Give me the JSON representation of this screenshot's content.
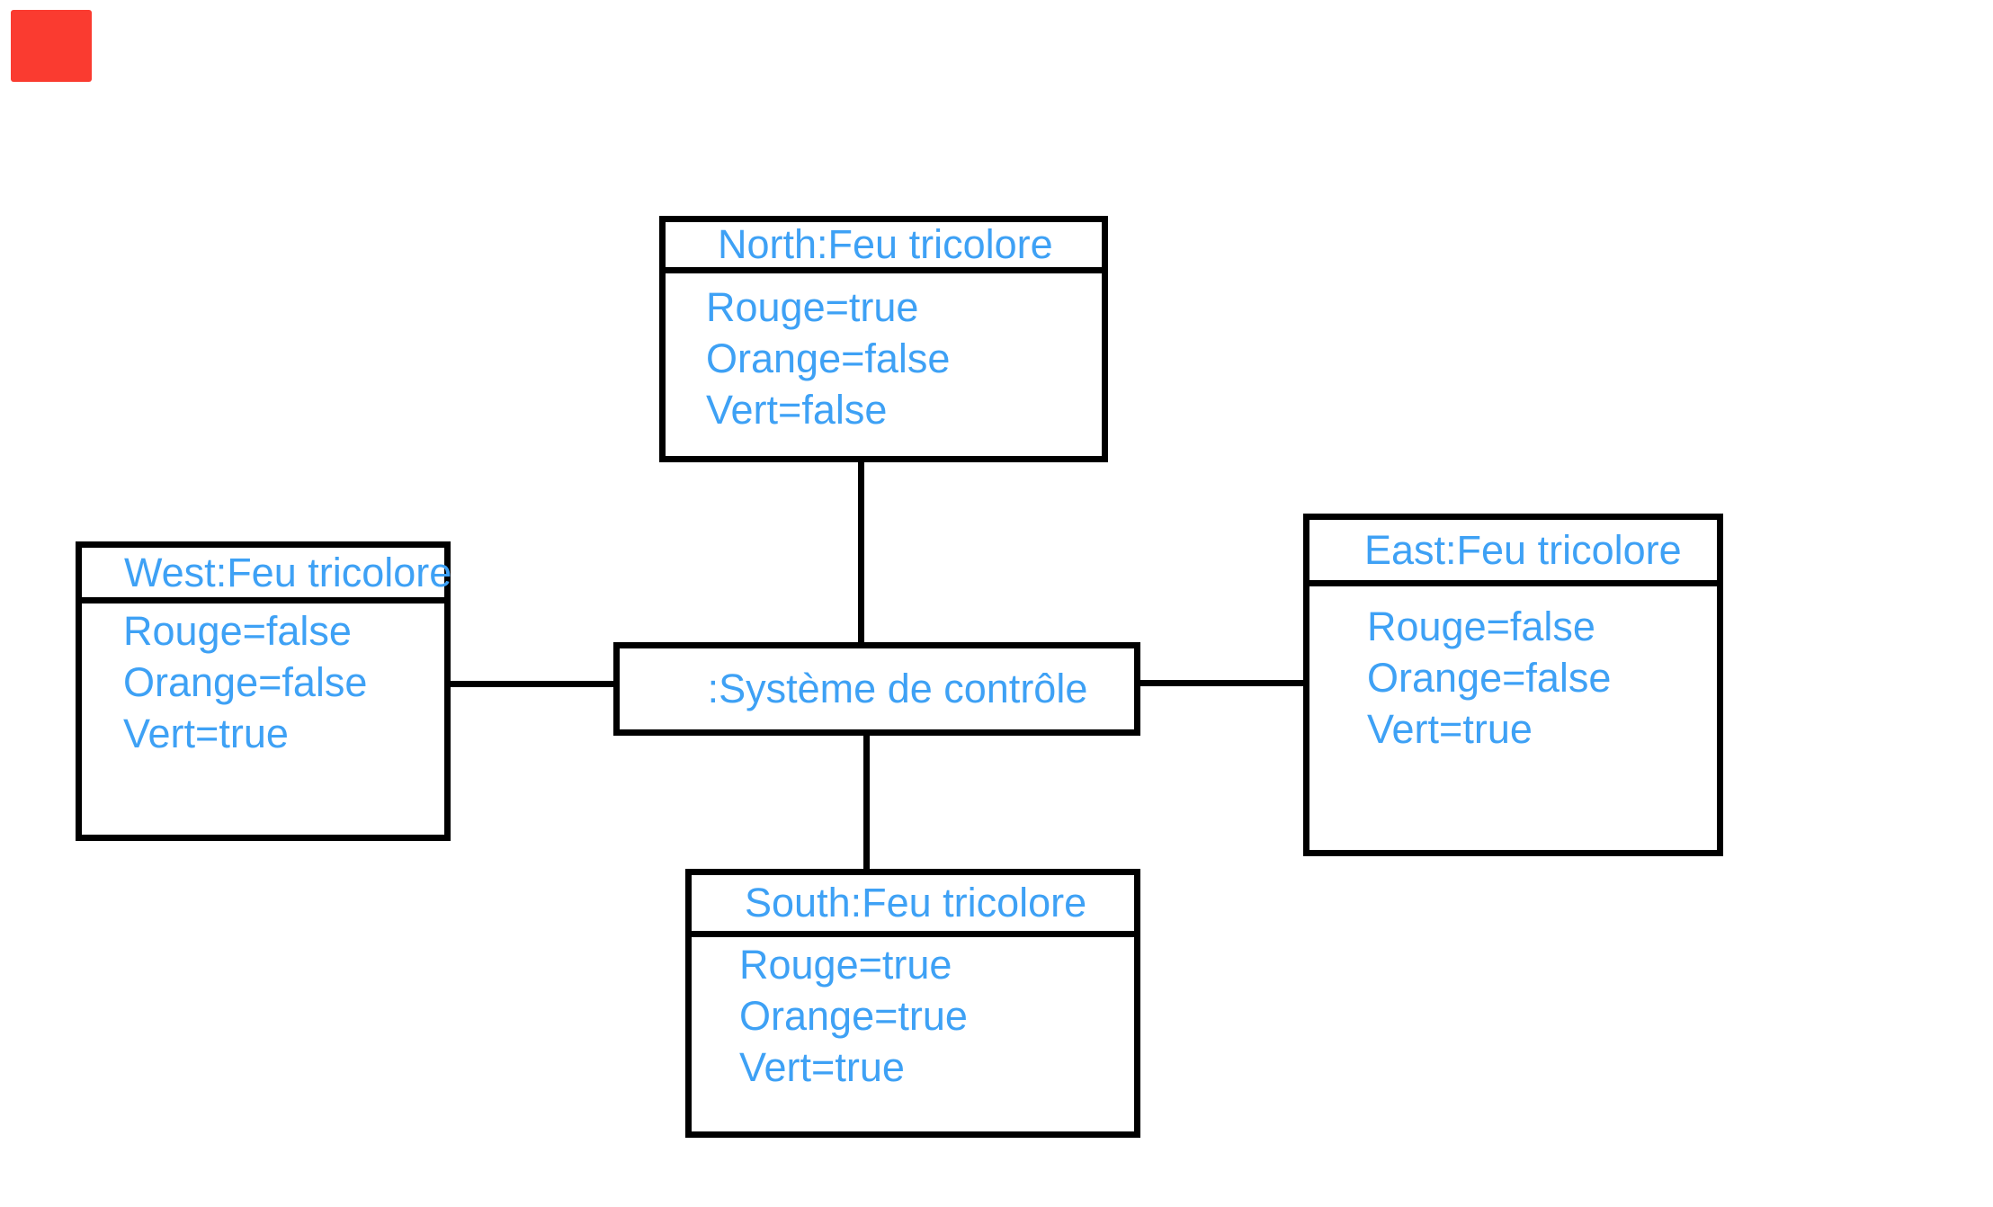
{
  "colors": {
    "background": "#ffffff",
    "text_blue": "#3EA1F5",
    "line_black": "#000000",
    "record_red": "#FA3B30"
  },
  "record_indicator": {
    "visible": true
  },
  "diagram": {
    "center_node": {
      "label": ":Système de contrôle"
    },
    "nodes": [
      {
        "id": "north",
        "title": "North:Feu tricolore",
        "attributes": [
          "Rouge=true",
          "Orange=false",
          "Vert=false"
        ]
      },
      {
        "id": "west",
        "title": "West:Feu tricolore",
        "attributes": [
          "Rouge=false",
          "Orange=false",
          "Vert=true"
        ]
      },
      {
        "id": "east",
        "title": "East:Feu tricolore",
        "attributes": [
          "Rouge=false",
          "Orange=false",
          "Vert=true"
        ]
      },
      {
        "id": "south",
        "title": "South:Feu tricolore",
        "attributes": [
          "Rouge=true",
          "Orange=true",
          "Vert=true"
        ]
      }
    ]
  }
}
